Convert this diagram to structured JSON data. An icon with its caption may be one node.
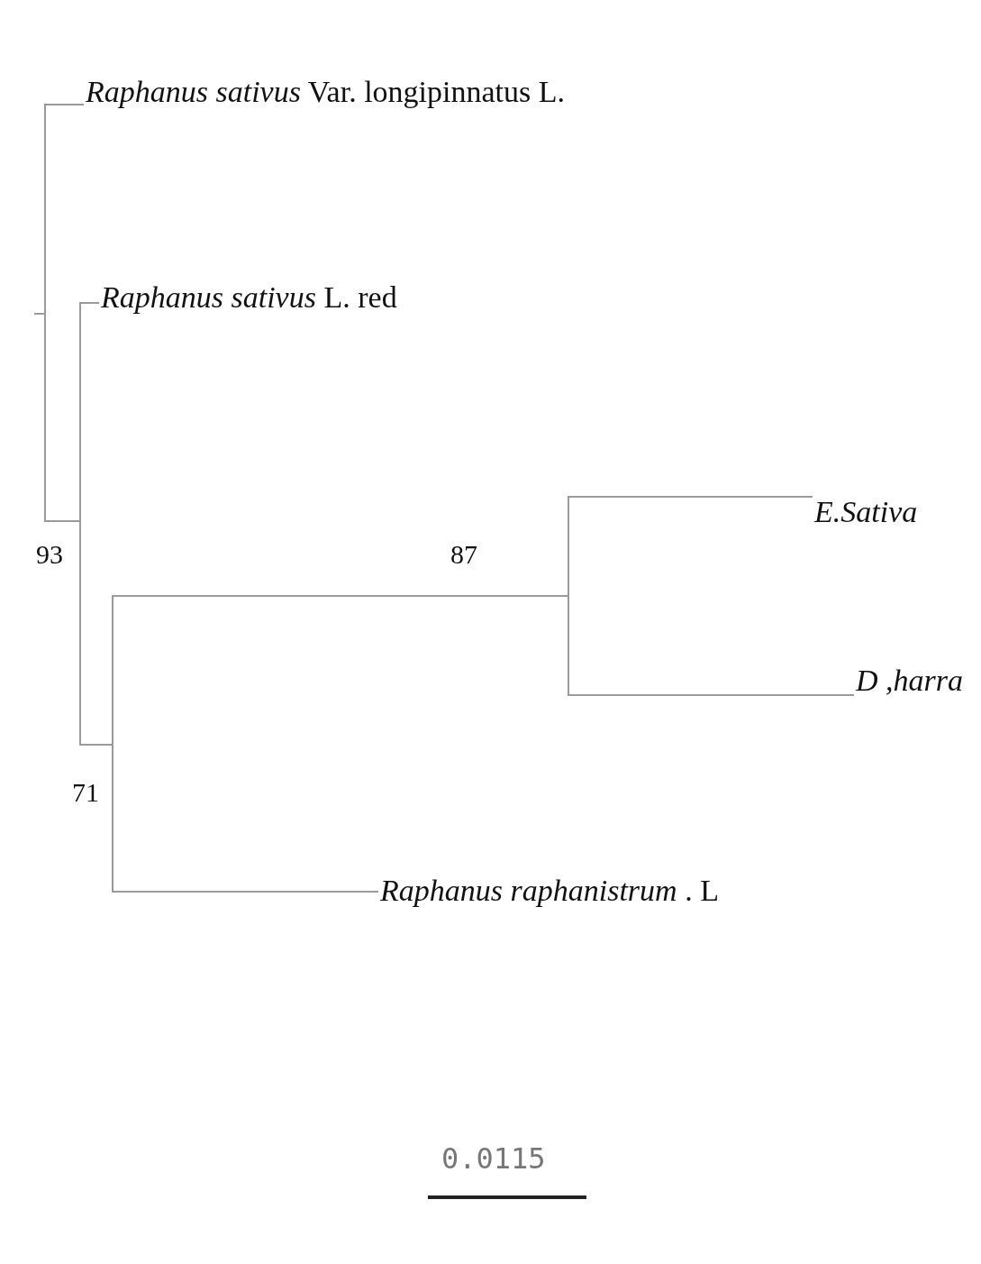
{
  "diagram": {
    "nodes": [
      {
        "text": [
          "*Raphanus sativus* Var. longipinnatus L."
        ]
      },
      {
        "text": [
          "*Raphanus sativus* L. red"
        ]
      },
      {
        "text": [],
        "shape": "bar"
      },
      {
        "text": [],
        "shape": "bar",
        "beside": [
          "93"
        ]
      },
      {
        "text": [],
        "shape": "bar",
        "beside": [
          "87"
        ]
      },
      {
        "text": [
          "E.Sativa"
        ]
      },
      {
        "text": [
          "D ,harra"
        ]
      },
      {
        "text": [],
        "shape": "bar",
        "beside": [
          "71"
        ]
      },
      {
        "text": [
          "*Raphanus raphanistrum* . L"
        ]
      }
    ],
    "edges": [
      {
        "from": 2,
        "to": 0,
        "arrow": "none"
      },
      {
        "from": 2,
        "to": 3,
        "arrow": "none"
      },
      {
        "from": 3,
        "to": 1,
        "arrow": "none"
      },
      {
        "from": 3,
        "to": 7,
        "arrow": "none"
      },
      {
        "from": 7,
        "to": 4,
        "arrow": "none"
      },
      {
        "from": 7,
        "to": 8,
        "arrow": "none"
      },
      {
        "from": 4,
        "to": 5,
        "arrow": "none"
      },
      {
        "from": 4,
        "to": 6,
        "arrow": "none"
      }
    ],
    "labels": [
      "0.0115"
    ]
  }
}
